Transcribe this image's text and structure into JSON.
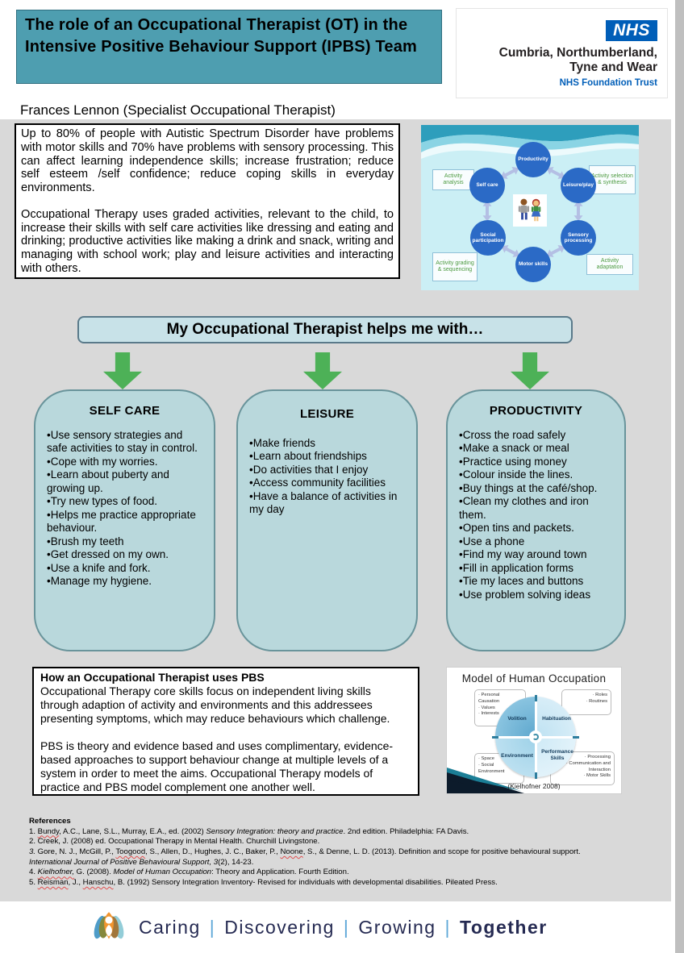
{
  "header": {
    "title": "The role of an Occupational Therapist (OT) in the Intensive Positive Behaviour Support (IPBS) Team",
    "author": "Frances Lennon (Specialist Occupational Therapist)",
    "nhs": {
      "logo": "NHS",
      "org_line1": "Cumbria, Northumberland,",
      "org_line2": "Tyne and Wear",
      "trust": "NHS Foundation Trust",
      "blue": "#005EB8"
    }
  },
  "intro": {
    "para1": "Up to 80% of people with Autistic Spectrum Disorder have problems with motor skills and 70% have problems with sensory processing. This can affect learning independence skills; increase frustration; reduce self esteem /self confidence; reduce coping skills in everyday environments.",
    "para2": "Occupational Therapy uses graded activities, relevant to the child, to increase their skills with self care activities like dressing and eating and drinking; productive activities like making a drink and snack, writing and managing with school work; play and leisure activities and interacting with others."
  },
  "asd_diagram": {
    "circles": [
      "Productivity",
      "Leisure/play",
      "Sensory processing",
      "Motor skills",
      "Social participation",
      "Self care"
    ],
    "corner_labels": [
      "Activity analysis",
      "Activity selection & synthesis",
      "Activity grading & sequencing",
      "Activity adaptation"
    ],
    "circle_color": "#2B6AC6",
    "arrow_color": "#B4BFE4"
  },
  "helps_heading": "My Occupational Therapist helps me with…",
  "columns": [
    {
      "title": "SELF CARE",
      "items": [
        "Use sensory strategies and safe activities to stay in control.",
        "Cope with my worries.",
        "Learn about puberty and growing up.",
        "Try new types of food.",
        "Helps me practice appropriate behaviour.",
        "Brush my teeth",
        "Get dressed on my own.",
        "Use a knife and fork.",
        "Manage my hygiene."
      ]
    },
    {
      "title": "LEISURE",
      "items": [
        "Make friends",
        "Learn about friendships",
        "Do activities that I enjoy",
        "Access community facilities",
        "Have a balance of activities in my day"
      ]
    },
    {
      "title": "PRODUCTIVITY",
      "items": [
        "Cross the road safely",
        "Make a snack or meal",
        "Practice using money",
        "Colour inside the lines.",
        "Buy things at the café/shop.",
        "Clean my clothes and iron them.",
        "Open tins and packets.",
        "Use a phone",
        "Find my way around town",
        "Fill in application forms",
        "Tie my laces and buttons",
        "Use problem solving ideas"
      ]
    }
  ],
  "pbs_box": {
    "title": "How an Occupational Therapist uses PBS",
    "para1": "Occupational Therapy core skills focus on independent living skills through adaption of activity and environments and this addressees presenting symptoms, which may reduce behaviours which challenge.",
    "para2": "PBS is theory and evidence based and uses complimentary, evidence-based approaches to support behaviour change at multiple levels of a system in order to meet the aims. Occupational Therapy models of practice and PBS model complement one another well."
  },
  "moho": {
    "title": "Model of Human Occupation",
    "quadrants": {
      "tl": "Volition",
      "tr": "Habituation",
      "bl": "Environment",
      "br": "Performance\nSkills"
    },
    "corner_tl": "· Personal\nCausation\n· Values\n· Interests",
    "corner_tr": "· Roles\n· Routines",
    "corner_bl": "· Space\n· Social\nEnvironment",
    "corner_br": "· Processing\n· Communication and\nInteraction\n· Motor Skills",
    "caption": "(Kielhofner 2008)"
  },
  "references": {
    "heading": "References",
    "items": [
      [
        {
          "t": "1. "
        },
        {
          "t": "Bundy",
          "w": true
        },
        {
          "t": ", A.C., Lane, S.L., Murray, E.A., ed. (2002) "
        },
        {
          "t": "Sensory Integration: theory and practice",
          "i": true
        },
        {
          "t": ". 2nd edition. Philadelphia: FA Davis."
        }
      ],
      [
        {
          "t": "2. Creek, J. (2008) ed. Occupational Therapy in Mental Health. Churchill Livingstone."
        }
      ],
      [
        {
          "t": "3.",
          "i": true
        },
        {
          "t": " Gore, N. J., McGill, P., "
        },
        {
          "t": "Toogood",
          "w": true
        },
        {
          "t": ", S., Allen, D., Hughes, J. C., Baker, P., "
        },
        {
          "t": "Noone",
          "w": true
        },
        {
          "t": ", S., & Denne, L. D. (2013). Definition and scope for positive behavioural support."
        },
        {
          "t": "International Journal of Positive Behavioural Support, 3",
          "i": true,
          "br": true
        },
        {
          "t": "(2), 14-23."
        }
      ],
      [
        {
          "t": "4. "
        },
        {
          "t": "Kielhofner,",
          "i": true,
          "w": true
        },
        {
          "t": " G. (2008). "
        },
        {
          "t": "Model of Human Occupation",
          "i": true
        },
        {
          "t": ": Theory and Application. Fourth Edition."
        }
      ],
      [
        {
          "t": "5. "
        },
        {
          "t": "Reisman",
          "w": true
        },
        {
          "t": ", J., "
        },
        {
          "t": "Hanschu",
          "w": true
        },
        {
          "t": ", B. (1992) Sensory Integration Inventory- Revised for individuals with developmental disabilities. Pileated Press."
        }
      ]
    ]
  },
  "footer": {
    "words": [
      "Caring",
      "Discovering",
      "Growing",
      "Together"
    ],
    "separator": "|"
  }
}
